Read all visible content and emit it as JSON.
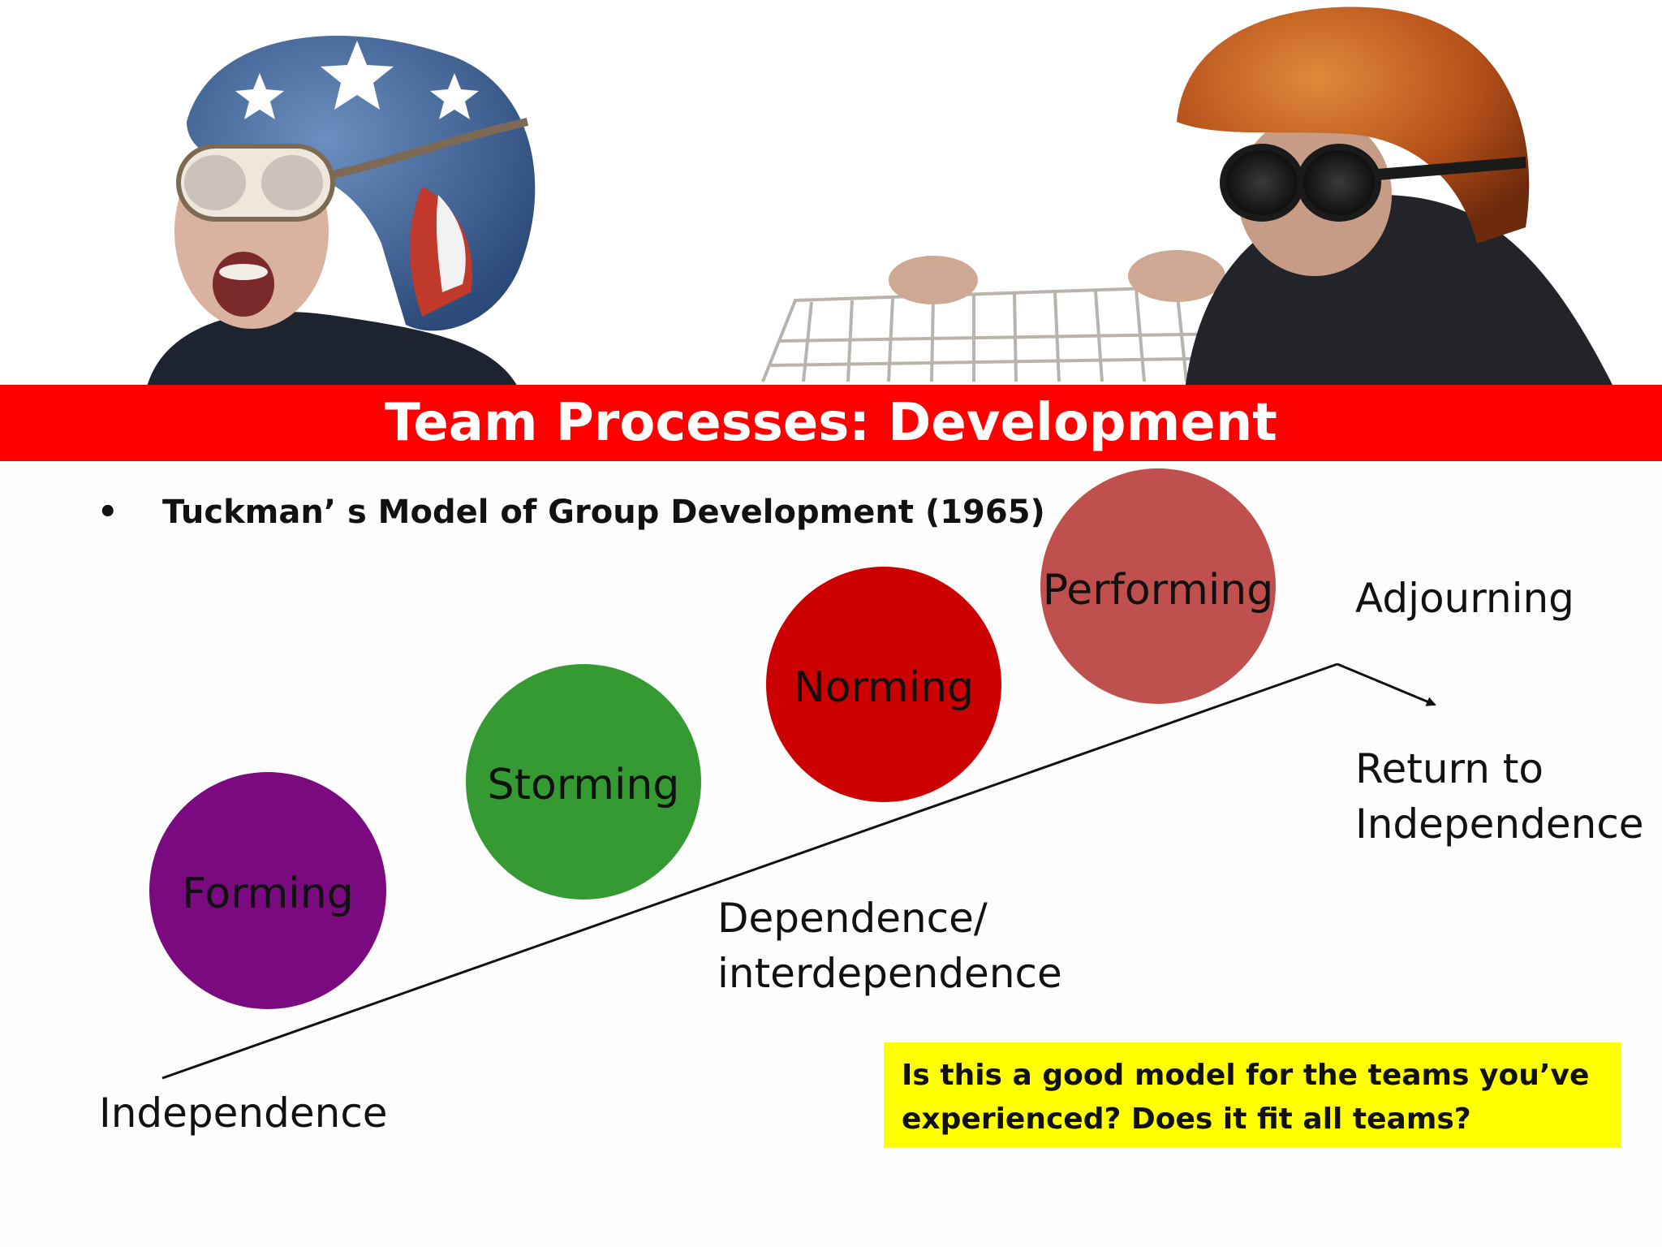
{
  "slide": {
    "title": "Team Processes: Development",
    "bullet": "Tuckman’ s Model of Group Development (1965)",
    "bullet_symbol": "•"
  },
  "stages": [
    {
      "label": "Forming",
      "color": "#7b0a80"
    },
    {
      "label": "Storming",
      "color": "#359a32"
    },
    {
      "label": "Norming",
      "color": "#cc0000"
    },
    {
      "label": "Performing",
      "color": "#c0504d"
    }
  ],
  "axis_labels": {
    "start": "Independence",
    "middle_line1": "Dependence/",
    "middle_line2": "interdependence",
    "adjourning": "Adjourning",
    "end_line1": "Return to",
    "end_line2": "Independence"
  },
  "question_box": {
    "line1": "Is this a good model for the teams you’ve",
    "line2": "experienced?  Does it fit all teams?",
    "color": "#ffff00"
  },
  "colors": {
    "title_band": "#ff0000",
    "title_text": "#ffffff"
  }
}
